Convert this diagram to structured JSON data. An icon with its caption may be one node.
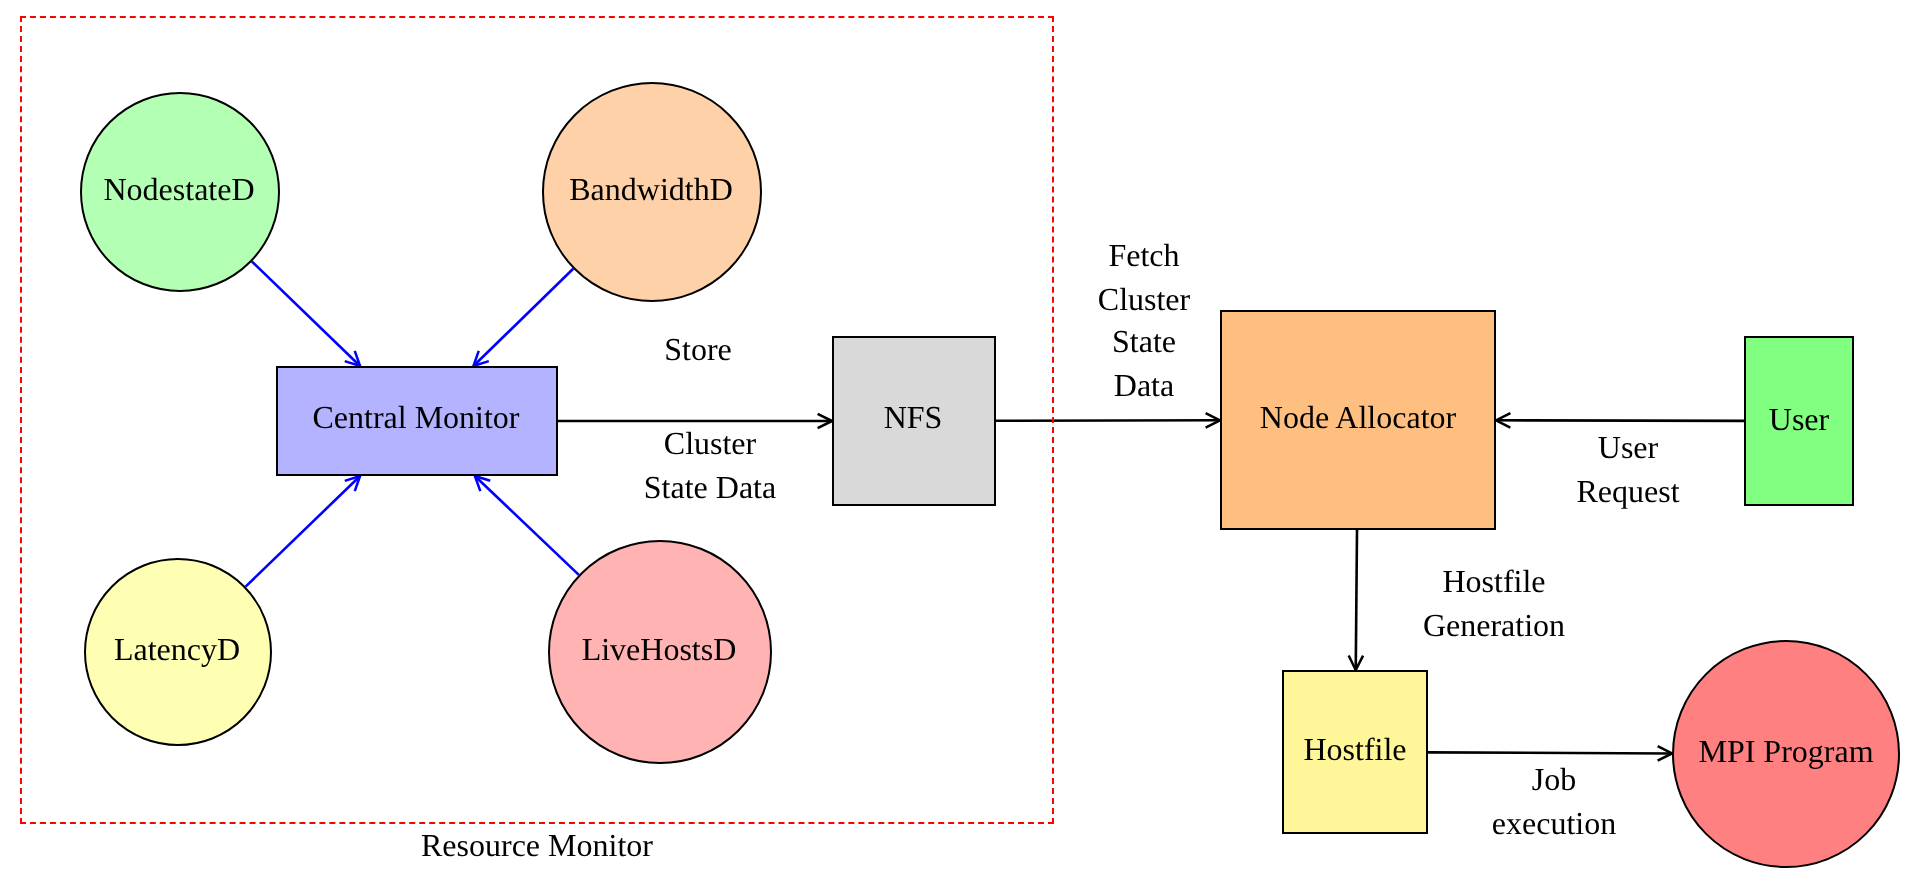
{
  "diagram": {
    "nodes": [
      {
        "text": [
          "Resource Monitor"
        ]
      },
      {
        "text": [
          "NodestateD"
        ],
        "in": 0
      },
      {
        "text": [
          "BandwidthD"
        ],
        "in": 0
      },
      {
        "text": [
          "Central Monitor"
        ],
        "in": 0
      },
      {
        "text": [
          "LatencyD"
        ],
        "in": 0
      },
      {
        "text": [
          "LiveHostsD"
        ],
        "in": 0
      },
      {
        "text": [
          "NFS"
        ],
        "in": 0
      },
      {
        "text": [
          "Node Allocator"
        ]
      },
      {
        "text": [
          "User"
        ]
      },
      {
        "text": [
          "Hostfile"
        ]
      },
      {
        "text": [
          "MPI Program"
        ]
      }
    ],
    "edges": [
      {
        "from": 1,
        "to": 3,
        "arrow": "to",
        "color": "#0000ff"
      },
      {
        "from": 2,
        "to": 3,
        "arrow": "to",
        "color": "#0000ff"
      },
      {
        "from": 4,
        "to": 3,
        "arrow": "to",
        "color": "#0000ff"
      },
      {
        "from": 5,
        "to": 3,
        "arrow": "to",
        "color": "#0000ff"
      },
      {
        "from": 3,
        "to": 6,
        "arrow": "to",
        "label": "Store"
      },
      {
        "from": 6,
        "to": 7,
        "arrow": "to",
        "label": "Fetch Cluster State Data"
      },
      {
        "from": 8,
        "to": 7,
        "arrow": "to",
        "label": "User Request"
      },
      {
        "from": 7,
        "to": 9,
        "arrow": "to",
        "label": "Hostfile Generation"
      },
      {
        "from": 9,
        "to": 10,
        "arrow": "to",
        "label": "Job execution"
      }
    ],
    "labels": [
      "Cluster State Data"
    ]
  }
}
